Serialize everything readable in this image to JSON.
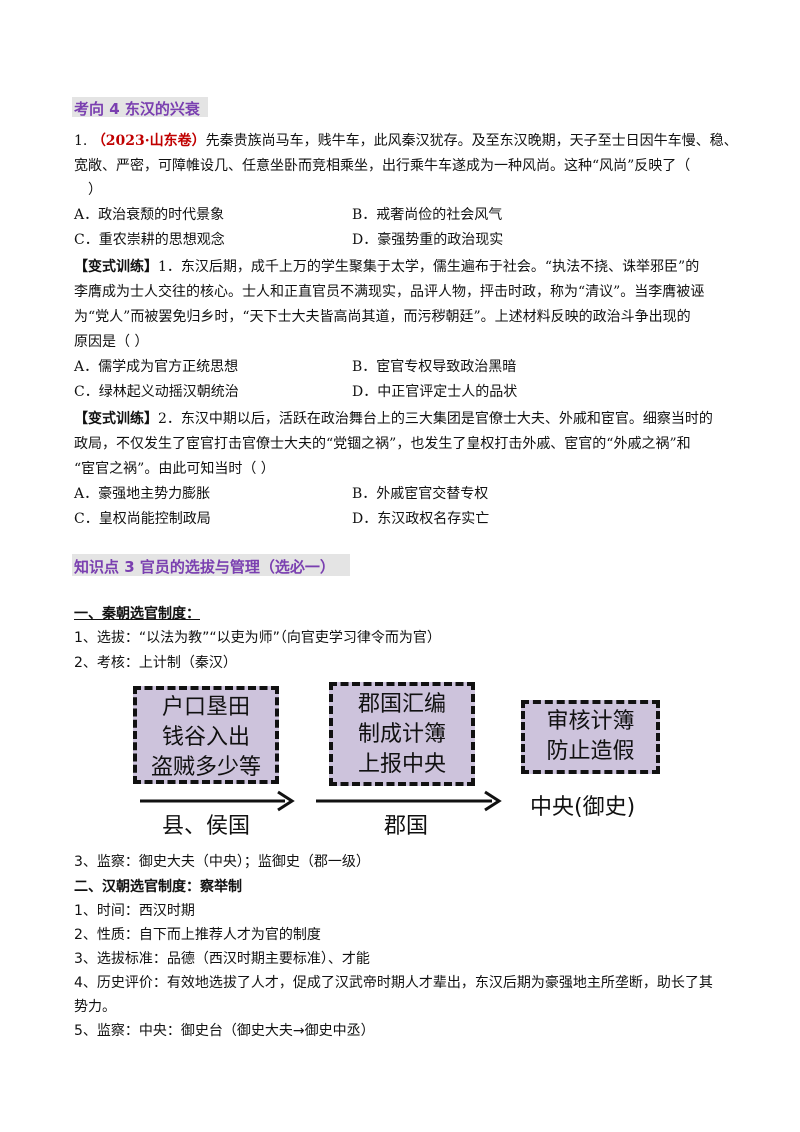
{
  "section1": {
    "title": "考向 4  东汉的兴衰"
  },
  "q1": {
    "num": "1.",
    "source": "（2023·山东卷）",
    "stem_line1": "先秦贵族尚马车，贱牛车，此风秦汉犹存。及至东汉晚期，天子至士日因牛车慢、稳、",
    "stem_line2": "宽敞、严密，可障帷设几、任意坐卧而竞相乘坐，出行乘牛车遂成为一种风尚。这种“风尚”反映了（",
    "stem_line3": "）",
    "a": "A．政治衰颓的时代景象",
    "b": "B．戒奢尚俭的社会风气",
    "c": "C．重农崇耕的思想观念",
    "d": "D．豪强势重的政治现实"
  },
  "q2": {
    "tag": "【变式训练】",
    "line1": "1．东汉后期，成千上万的学生聚集于太学，儒生遍布于社会。“执法不挠、诛举邪臣”的",
    "line2": "李膺成为士人交往的核心。士人和正直官员不满现实，品评人物，抨击时政，称为“清议”。当李膺被诬",
    "line3": "为“党人”而被罢免归乡时，“天下士大夫皆高尚其道，而污秽朝廷”。上述材料反映的政治斗争出现的",
    "line4": "原因是（          ）",
    "a": "A．儒学成为官方正统思想",
    "b": "B．宦官专权导致政治黑暗",
    "c": "C．绿林起义动摇汉朝统治",
    "d": "D．中正官评定士人的品状"
  },
  "q3": {
    "tag": "【变式训练】",
    "line1": "2．东汉中期以后，活跃在政治舞台上的三大集团是官僚士大夫、外戚和宦官。细察当时的",
    "line2": "政局，不仅发生了宦官打击官僚士大夫的“党锢之祸”，也发生了皇权打击外戚、宦官的“外戚之祸”和",
    "line3": "“宦官之祸”。由此可知当时（          ）",
    "a": "A．豪强地主势力膨胀",
    "b": "B．外戚宦官交替专权",
    "c": "C．皇权尚能控制政局",
    "d": "D．东汉政权名存实亡"
  },
  "section2": {
    "title": "知识点 3  官员的选拔与管理（选必一）"
  },
  "part1": {
    "heading": "一、秦朝选官制度：",
    "item1": "1、选拔：“以法为教”“以吏为师”（向官吏学习律令而为官）",
    "item2": "2、考核：上计制（秦汉）",
    "item3": "3、监察：御史大夫（中央）；监御史（郡一级）"
  },
  "diagram": {
    "box1": [
      "户口垦田",
      "钱谷入出",
      "盗贼多少等"
    ],
    "box2": [
      "郡国汇编",
      "制成计簿",
      "上报中央"
    ],
    "box3": [
      "审核计簿",
      "防止造假"
    ],
    "label1": "县、侯国",
    "label2": "郡国",
    "label3": "中央(御史)"
  },
  "part2": {
    "heading": "二、汉朝选官制度：察举制",
    "item1": "1、时间：西汉时期",
    "item2": "2、性质：自下而上推荐人才为官的制度",
    "item3": "3、选拔标准：品德（西汉时期主要标准）、才能",
    "item4_line1": "4、历史评价：有效地选拔了人才，促成了汉武帝时期人才辈出，东汉后期为豪强地主所垄断，助长了其",
    "item4_line2": "势力。",
    "item5": "5、监察：中央：御史台（御史大夫→御史中丞）"
  }
}
